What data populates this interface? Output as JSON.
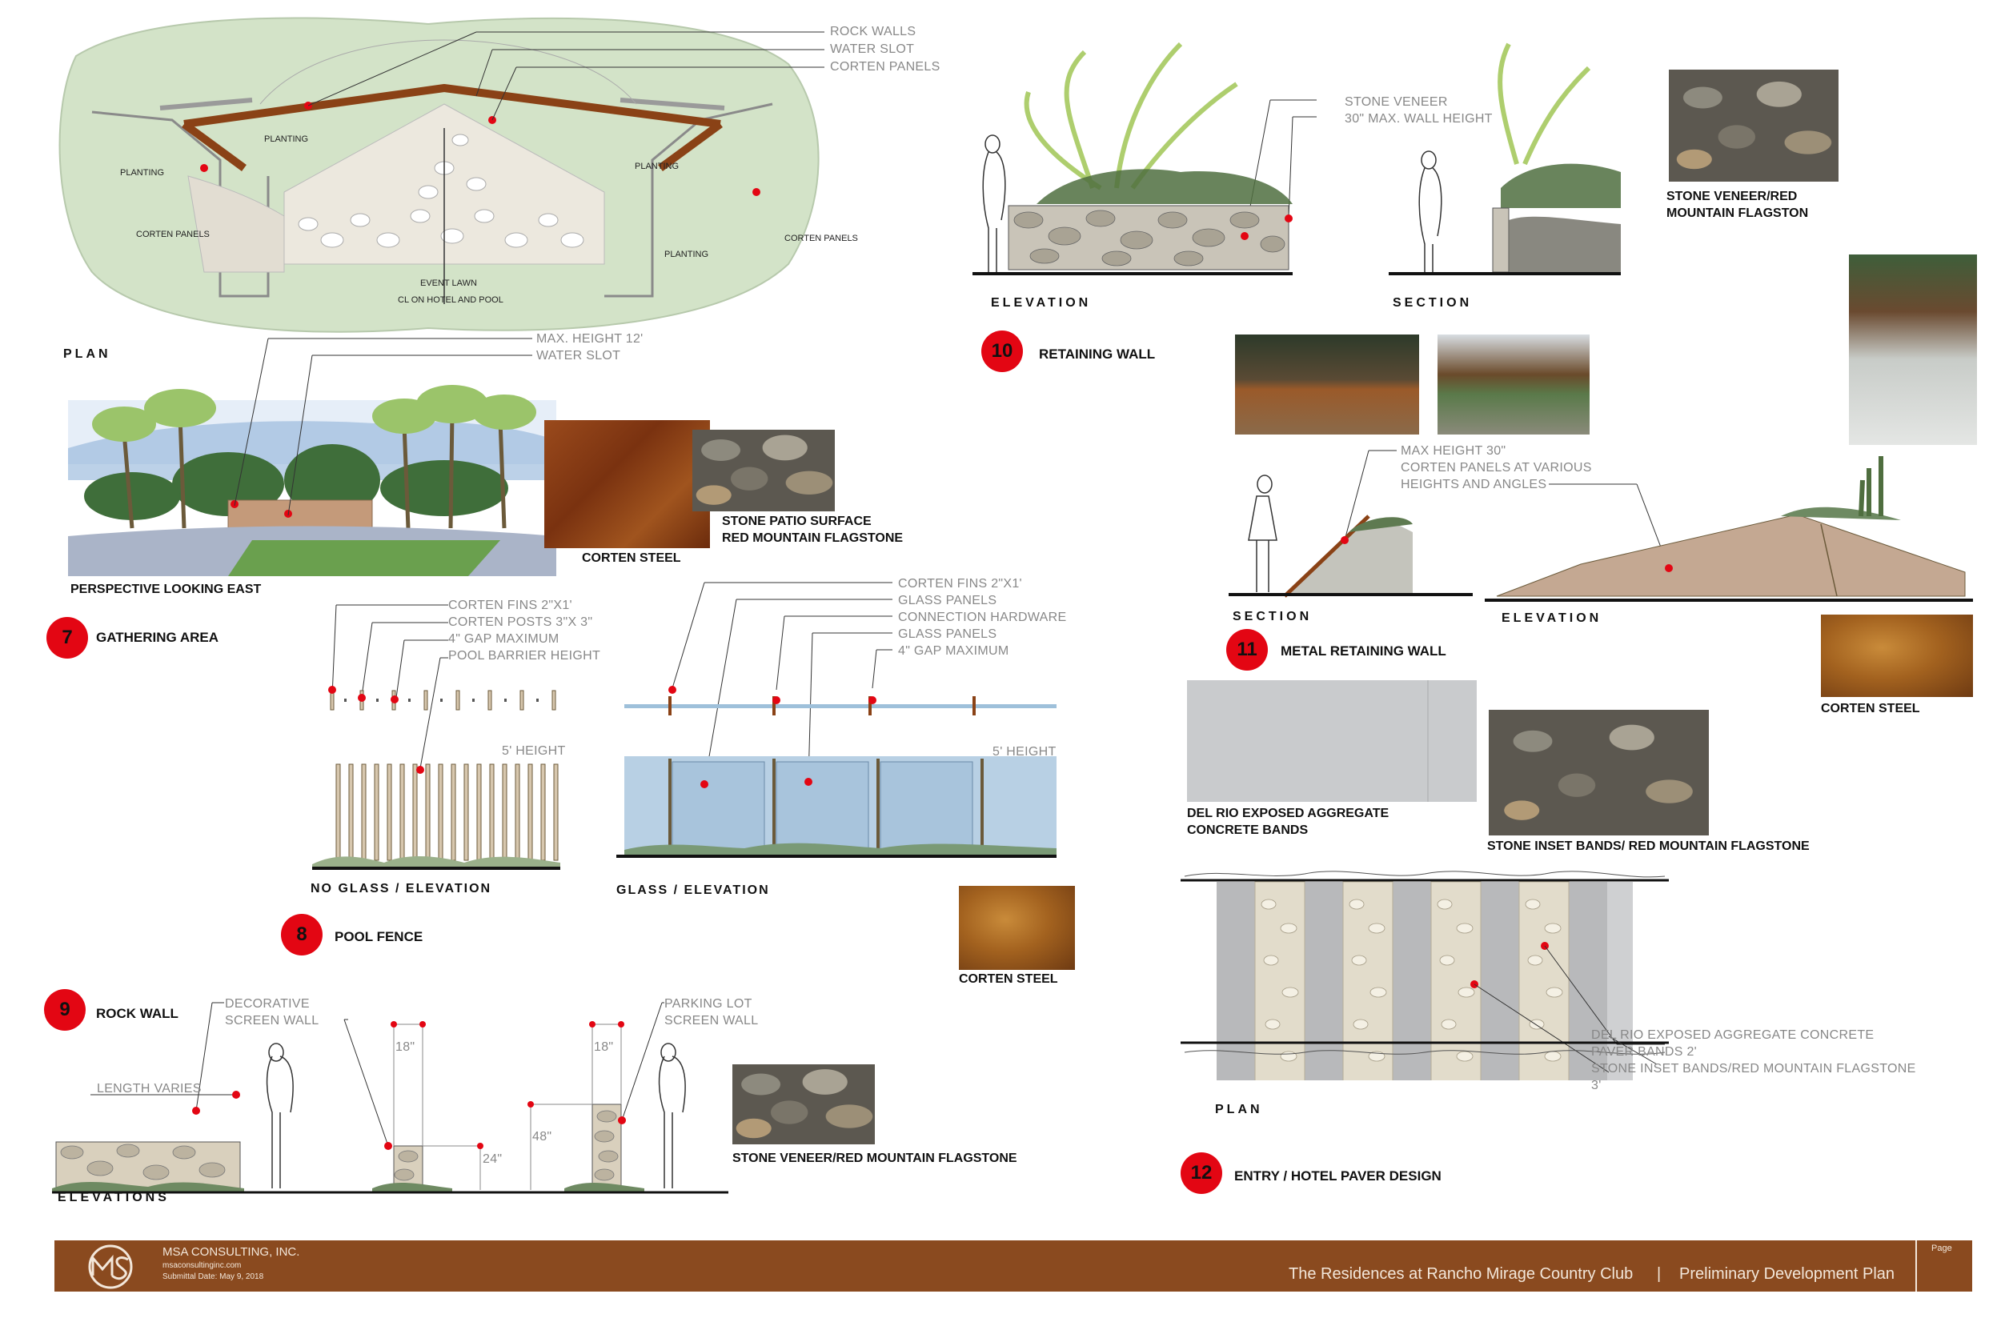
{
  "plan_section": {
    "callouts": [
      "ROCK WALLS",
      "WATER SLOT",
      "CORTEN PANELS"
    ],
    "map_labels": {
      "planting_1": "PLANTING",
      "planting_2": "PLANTING",
      "planting_3": "PLANTING",
      "planting_4": "PLANTING",
      "corten_left": "CORTEN PANELS",
      "corten_right": "CORTEN PANELS",
      "event_lawn": "EVENT LAWN",
      "cl": "CL ON HOTEL AND POOL"
    },
    "plan_label": "PLAN"
  },
  "gathering": {
    "callouts": [
      "MAX. HEIGHT 12'",
      "WATER SLOT"
    ],
    "perspective_label": "PERSPECTIVE LOOKING EAST",
    "corten_label": "CORTEN STEEL",
    "stone_label_1": "STONE PATIO SURFACE",
    "stone_label_2": "RED MOUNTAIN FLAGSTONE",
    "number": "7",
    "title": "GATHERING AREA"
  },
  "pool_fence": {
    "no_glass_callouts": [
      "CORTEN FINS 2\"X1'",
      "CORTEN POSTS 3\"X 3\"",
      "4\" GAP MAXIMUM",
      "POOL BARRIER HEIGHT"
    ],
    "no_glass_height": "5' HEIGHT",
    "no_glass_label": "NO GLASS / ELEVATION",
    "glass_callouts": [
      "CORTEN FINS 2\"X1'",
      "GLASS PANELS",
      "CONNECTION HARDWARE",
      "GLASS PANELS",
      "4\" GAP MAXIMUM"
    ],
    "glass_height": "5' HEIGHT",
    "glass_label": "GLASS / ELEVATION",
    "corten_label": "CORTEN STEEL",
    "number": "8",
    "title": "POOL FENCE"
  },
  "rock_wall": {
    "number": "9",
    "title": "ROCK WALL",
    "decorative_1": "DECORATIVE",
    "decorative_2": "SCREEN WALL",
    "parking_1": "PARKING LOT",
    "parking_2": "SCREEN WALL",
    "length": "LENGTH VARIES",
    "dim_18a": "18\"",
    "dim_18b": "18\"",
    "dim_24": "24\"",
    "dim_48": "48\"",
    "elevations_label": "ELEVATIONS",
    "stone_label": "STONE VENEER/RED MOUNTAIN FLAGSTONE"
  },
  "retaining_wall": {
    "callouts": [
      "STONE VENEER",
      "30\" MAX. WALL HEIGHT"
    ],
    "elevation_label": "ELEVATION",
    "section_label": "SECTION",
    "stone_label_1": "STONE VENEER/RED",
    "stone_label_2": "MOUNTAIN FLAGSTON",
    "number": "10",
    "title": "RETAINING WALL"
  },
  "metal_wall": {
    "callouts": [
      "MAX HEIGHT 30\"",
      "CORTEN PANELS AT VARIOUS",
      "HEIGHTS AND ANGLES"
    ],
    "section_label": "SECTION",
    "elevation_label": "ELEVATION",
    "corten_label": "CORTEN STEEL",
    "number": "11",
    "title": "METAL RETAINING WALL"
  },
  "paver": {
    "concrete_1": "DEL RIO EXPOSED AGGREGATE",
    "concrete_2": "CONCRETE BANDS",
    "stone_inset": "STONE INSET BANDS/ RED MOUNTAIN FLAGSTONE",
    "callouts": [
      "DEL RIO EXPOSED AGGREGATE CONCRETE",
      "PAVER BANDS 2'",
      "STONE INSET BANDS/RED MOUNTAIN FLAGSTONE",
      "3'"
    ],
    "plan_label": "PLAN",
    "number": "12",
    "title": "ENTRY / HOTEL PAVER DESIGN"
  },
  "footer": {
    "company": "MSA CONSULTING, INC.",
    "website": "msaconsultinginc.com",
    "date": "Submittal Date: May 9, 2018",
    "project": "The Residences at Rancho Mirage Country Club",
    "separator": "|",
    "plan": "Preliminary Development Plan",
    "page_label": "Page"
  },
  "colors": {
    "marker_red": "#e30613",
    "footer_brown": "#8a4a1f",
    "callout_gray": "#888888",
    "corten": "#8a4216"
  }
}
